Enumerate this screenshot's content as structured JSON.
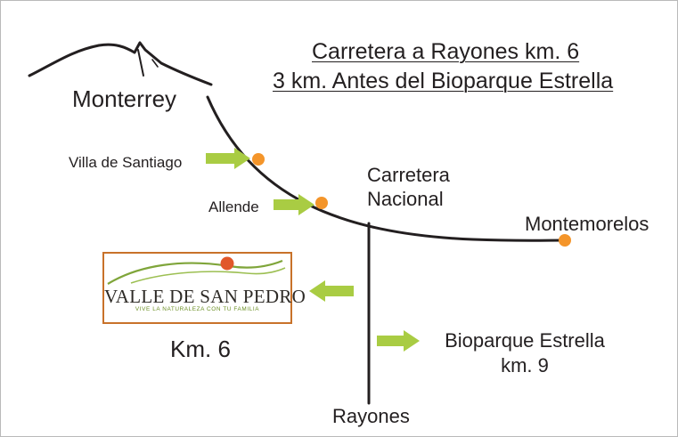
{
  "title": {
    "line1": "Carretera a Rayones km. 6",
    "line2": "3 km. Antes del Bioparque Estrella"
  },
  "places": {
    "monterrey": "Monterrey",
    "villa_santiago": "Villa de Santiago",
    "allende": "Allende",
    "montemorelos": "Montemorelos",
    "carretera_nacional_line1": "Carretera",
    "carretera_nacional_line2": "Nacional",
    "bioparque_line1": "Bioparque Estrella",
    "bioparque_line2": "km. 9",
    "rayones": "Rayones",
    "km6": "Km. 6"
  },
  "logo": {
    "name": "VALLE DE SAN PEDRO",
    "tagline": "VIVE LA NATURALEZA CON TU FAMILIA"
  },
  "colors": {
    "road": "#231f20",
    "marker": "#f4952a",
    "arrow": "#a9cc43",
    "logo_border": "#c8722a",
    "logo_sun": "#e1572a",
    "logo_hills": "#7fa53a"
  },
  "icons": {
    "mountains": "mountain-icon",
    "arrow": "arrow-icon",
    "marker": "town-marker-icon"
  }
}
